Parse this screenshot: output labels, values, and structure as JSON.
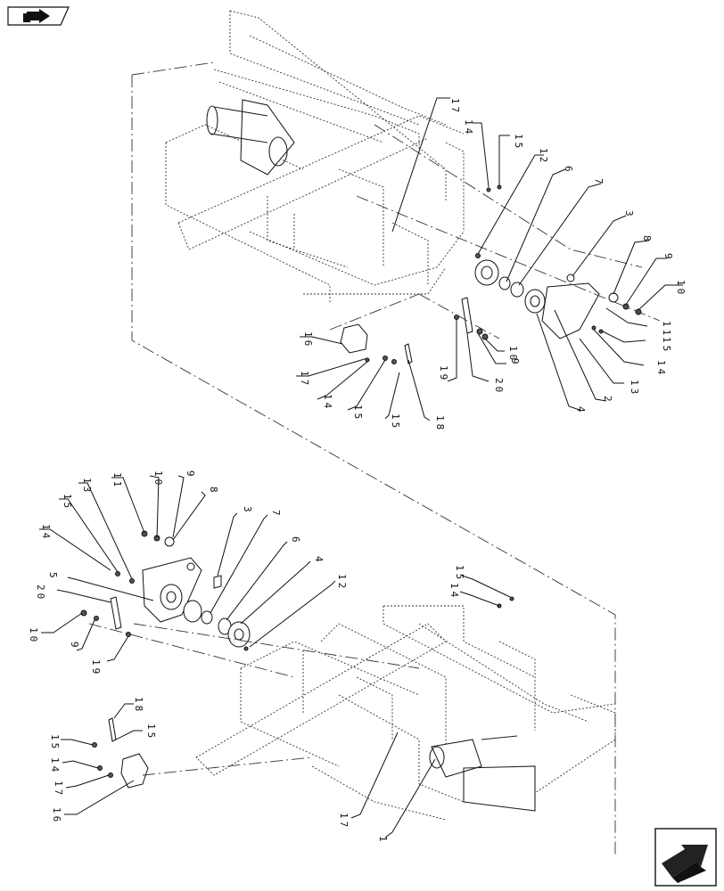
{
  "icons": {
    "top_left": "book-arrow-icon",
    "bottom_right": "next-page-arrow-icon"
  },
  "upper_view": {
    "callouts": [
      "17",
      "14",
      "15",
      "12",
      "6",
      "7",
      "3",
      "8",
      "9",
      "10",
      "11",
      "15",
      "14",
      "13",
      "2",
      "4",
      "10",
      "9",
      "20",
      "19",
      "18",
      "15",
      "15",
      "14",
      "17",
      "16"
    ]
  },
  "lower_view": {
    "callouts": [
      "11",
      "10",
      "9",
      "8",
      "13",
      "15",
      "14",
      "3",
      "7",
      "6",
      "4",
      "12",
      "5",
      "20",
      "10",
      "9",
      "19",
      "15",
      "14",
      "18",
      "15",
      "14",
      "15",
      "17",
      "16",
      "17",
      "1"
    ]
  }
}
